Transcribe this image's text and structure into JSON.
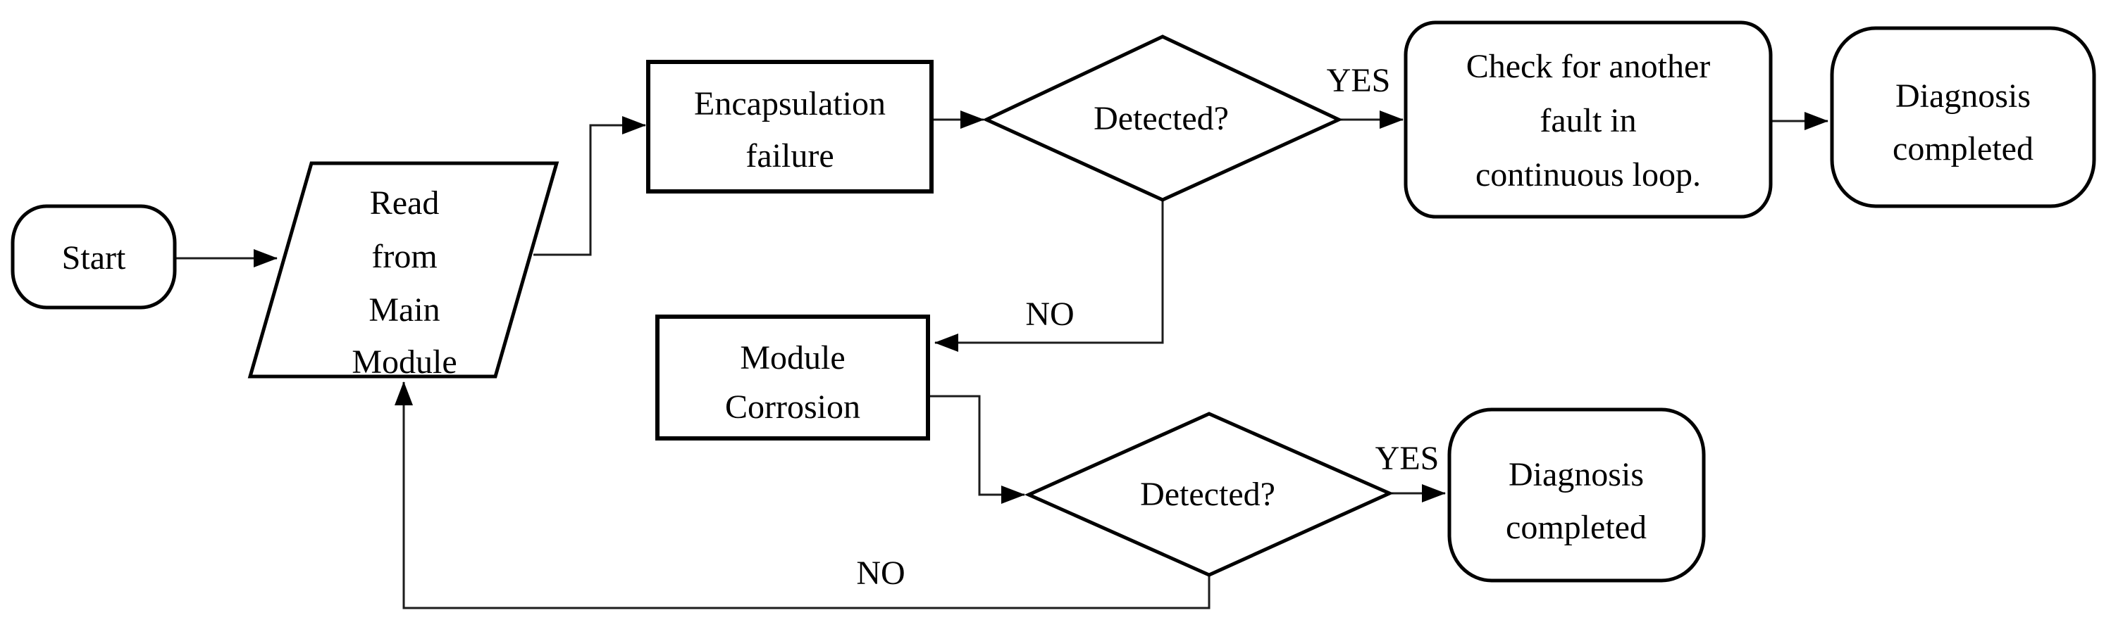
{
  "flowchart": {
    "title": "fault diagnosis flowchart",
    "colors": {
      "background": "#ffffff",
      "shape_fill": "#ffffff",
      "shape_stroke": "#000000",
      "edge_stroke": "#1c1c1c",
      "text": "#000000"
    },
    "nodes": {
      "start": {
        "type": "terminator",
        "label": "Start"
      },
      "read_from_main_module": {
        "type": "input",
        "lines": [
          "Read",
          "from",
          "Main",
          "Module"
        ]
      },
      "encapsulation_failure": {
        "type": "process",
        "lines": [
          "Encapsulation",
          "failure"
        ]
      },
      "detected_1": {
        "type": "decision",
        "label": "Detected?"
      },
      "check_for_another_fault": {
        "type": "rounded-process",
        "lines": [
          "Check for another",
          "fault in",
          "continuous loop."
        ]
      },
      "diagnosis_completed_1": {
        "type": "terminator",
        "lines": [
          "Diagnosis",
          "completed"
        ]
      },
      "module_corrosion": {
        "type": "process",
        "lines": [
          "Module",
          "Corrosion"
        ]
      },
      "detected_2": {
        "type": "decision",
        "label": "Detected?"
      },
      "diagnosis_completed_2": {
        "type": "terminator",
        "lines": [
          "Diagnosis",
          "completed"
        ]
      }
    },
    "edge_labels": {
      "yes_1": "YES",
      "no_1": "NO",
      "yes_2": "YES",
      "no_2": "NO"
    }
  }
}
